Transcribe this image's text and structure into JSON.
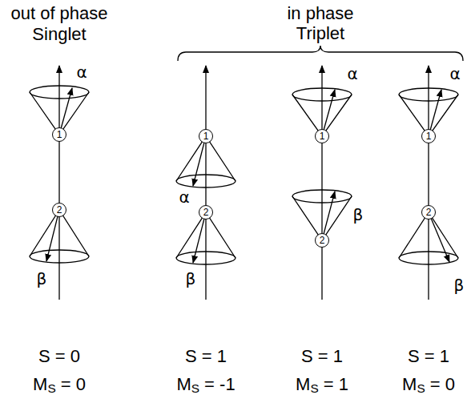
{
  "diagram": {
    "nodes": [
      {
        "text": [
          "1"
        ]
      },
      {
        "text": [
          "2"
        ]
      },
      {
        "text": [
          "1"
        ]
      },
      {
        "text": [
          "2"
        ]
      },
      {
        "text": [
          "1"
        ]
      },
      {
        "text": [
          "2"
        ]
      },
      {
        "text": [
          "1"
        ]
      },
      {
        "text": [
          "2"
        ]
      }
    ],
    "edges": [
      {
        "from": 0,
        "to": 1,
        "arrow": "none"
      },
      {
        "from": 2,
        "to": 3,
        "arrow": "none"
      },
      {
        "from": 4,
        "to": 5,
        "arrow": "none"
      },
      {
        "from": 6,
        "to": 7,
        "arrow": "none"
      }
    ],
    "labels": [
      "out of phase",
      "Singlet",
      "in phase",
      "Triplet",
      "α",
      "β",
      "α",
      "β",
      "α",
      "β",
      "α",
      "β",
      "S = 0",
      "MS = 0",
      "S = 1",
      "MS = -1",
      "S = 1",
      "MS = 1",
      "S = 1",
      "MS = 0"
    ]
  }
}
